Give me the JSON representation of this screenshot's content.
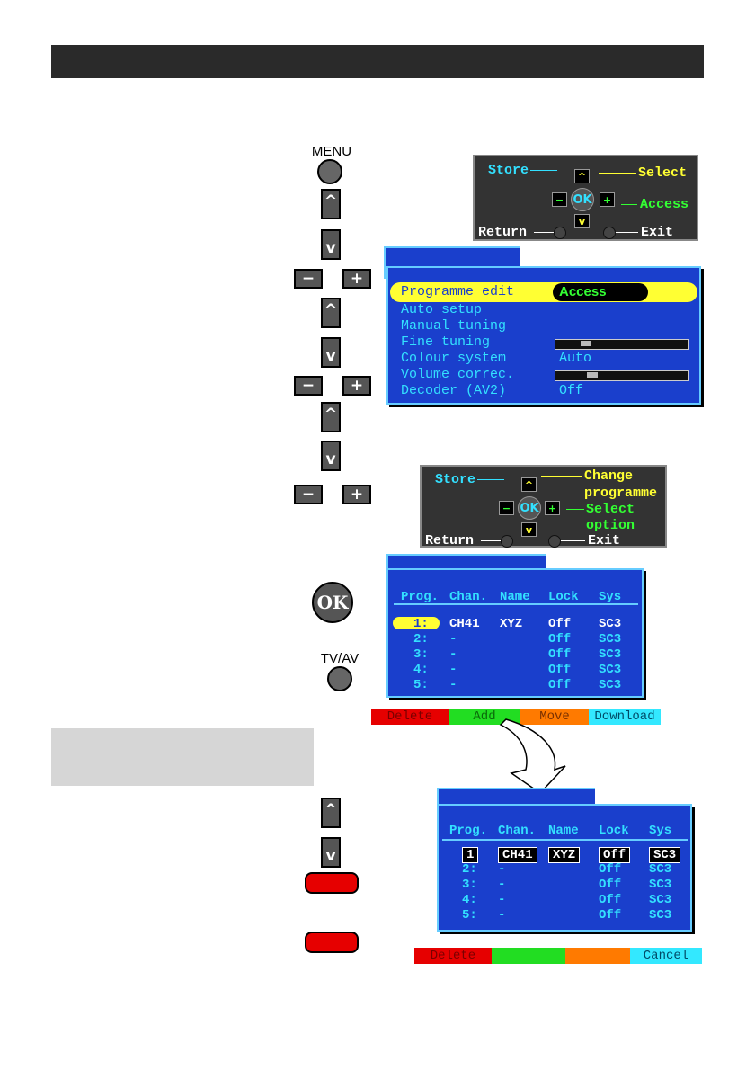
{
  "remote": {
    "menu_label": "MENU",
    "tvav_label": "TV/AV",
    "ok_label": "OK",
    "up_glyph": "^",
    "down_glyph": "v",
    "minus_glyph": "−",
    "plus_glyph": "+"
  },
  "nav1": {
    "store": "Store",
    "select": "Select",
    "access": "Access",
    "return": "Return",
    "exit": "Exit",
    "ok": "OK",
    "up": "^",
    "down": "v",
    "minus": "−",
    "plus": "+"
  },
  "nav2": {
    "store": "Store",
    "change_1": "Change",
    "change_2": "programme",
    "select_1": "Select",
    "select_2": "option",
    "return": "Return",
    "exit": "Exit",
    "ok": "OK",
    "up": "^",
    "down": "v",
    "minus": "−",
    "plus": "+"
  },
  "menu1": {
    "items": [
      {
        "label": "Programme edit",
        "value": "Access"
      },
      {
        "label": "Auto setup",
        "value": ""
      },
      {
        "label": "Manual tuning",
        "value": ""
      },
      {
        "label": "Fine tuning",
        "value": ""
      },
      {
        "label": "Colour system",
        "value": "Auto"
      },
      {
        "label": "Volume correc.",
        "value": ""
      },
      {
        "label": "Decoder (AV2)",
        "value": "Off"
      }
    ],
    "fine_tuning_level": 0.2,
    "volume_correc_level": 0.2
  },
  "table1": {
    "headers": [
      "Prog.",
      "Chan.",
      "Name",
      "Lock",
      "Sys"
    ],
    "rows": [
      [
        "1:",
        "CH41",
        "XYZ",
        "Off",
        "SC3"
      ],
      [
        "2:",
        "-",
        "",
        "Off",
        "SC3"
      ],
      [
        "3:",
        "-",
        "",
        "Off",
        "SC3"
      ],
      [
        "4:",
        "-",
        "",
        "Off",
        "SC3"
      ],
      [
        "5:",
        "-",
        "",
        "Off",
        "SC3"
      ]
    ],
    "buttons": [
      "Delete",
      "Add",
      "Move",
      "Download"
    ]
  },
  "table2": {
    "headers": [
      "Prog.",
      "Chan.",
      "Name",
      "Lock",
      "Sys"
    ],
    "rows": [
      [
        "1",
        "CH41",
        "XYZ",
        "Off",
        "SC3"
      ],
      [
        "2:",
        "-",
        "",
        "Off",
        "SC3"
      ],
      [
        "3:",
        "-",
        "",
        "Off",
        "SC3"
      ],
      [
        "4:",
        "-",
        "",
        "Off",
        "SC3"
      ],
      [
        "5:",
        "-",
        "",
        "Off",
        "SC3"
      ]
    ],
    "buttons": [
      "Delete",
      "",
      "",
      "Cancel"
    ]
  },
  "colors": {
    "menu_blue": "#1a3fcc",
    "menu_cyan": "#33e0ff",
    "highlight_yellow": "#ffff33",
    "delete_red": "#e60000",
    "add_green": "#22dd22",
    "move_orange": "#ff7a00",
    "download_cyan": "#33e8ff"
  }
}
